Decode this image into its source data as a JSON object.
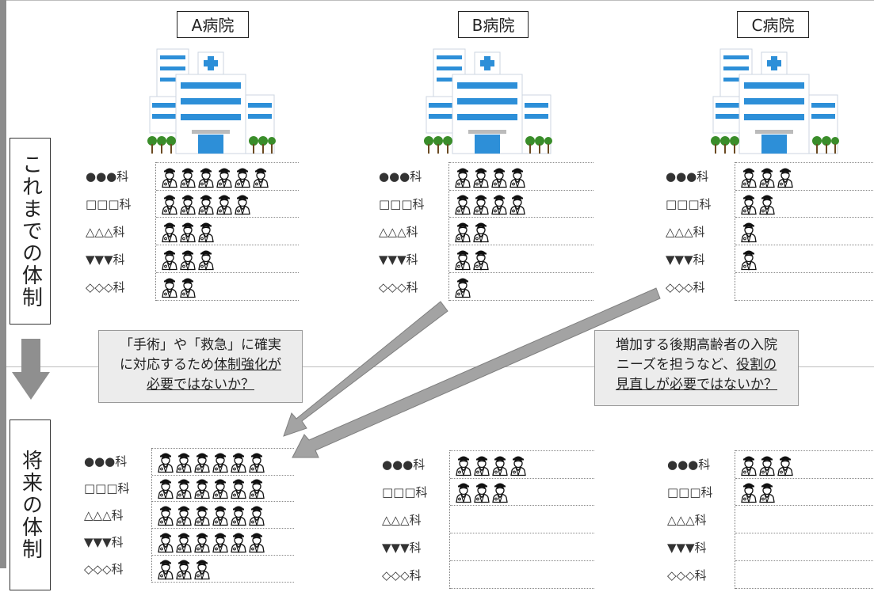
{
  "hospitals": [
    {
      "label": "A病院"
    },
    {
      "label": "B病院"
    },
    {
      "label": "C病院"
    }
  ],
  "sections": {
    "current": "これまでの体制",
    "future": "将来の体制"
  },
  "departments": [
    "●●●科",
    "□□□科",
    "△△△科",
    "▼▼▼科",
    "◇◇◇科"
  ],
  "staffing": {
    "current": {
      "A": [
        6,
        5,
        3,
        3,
        2
      ],
      "B": [
        4,
        4,
        2,
        2,
        1
      ],
      "C": [
        3,
        2,
        1,
        1,
        0
      ]
    },
    "future": {
      "A": [
        6,
        6,
        6,
        6,
        3
      ],
      "B": [
        4,
        3,
        0,
        0,
        0
      ],
      "C": [
        3,
        2,
        0,
        0,
        0
      ]
    }
  },
  "notes": {
    "left": {
      "line1": "「手術」や「救急」に確実",
      "line2a": "に対応するため",
      "line2b": "体制強化が",
      "line3": "必要ではないか？"
    },
    "right": {
      "line1": "増加する後期高齢者の入院",
      "line2a": "ニーズを担うなど、",
      "line2b": "役割の",
      "line3": "見直しが必要ではないか？"
    }
  },
  "colors": {
    "building": "#2d8fd8",
    "tree": "#3a8d2a",
    "arrow": "#9a9a9a",
    "note_bg": "#ececec"
  },
  "icons": [
    "hospital-building-icon",
    "doctor-icon",
    "down-arrow-icon"
  ]
}
